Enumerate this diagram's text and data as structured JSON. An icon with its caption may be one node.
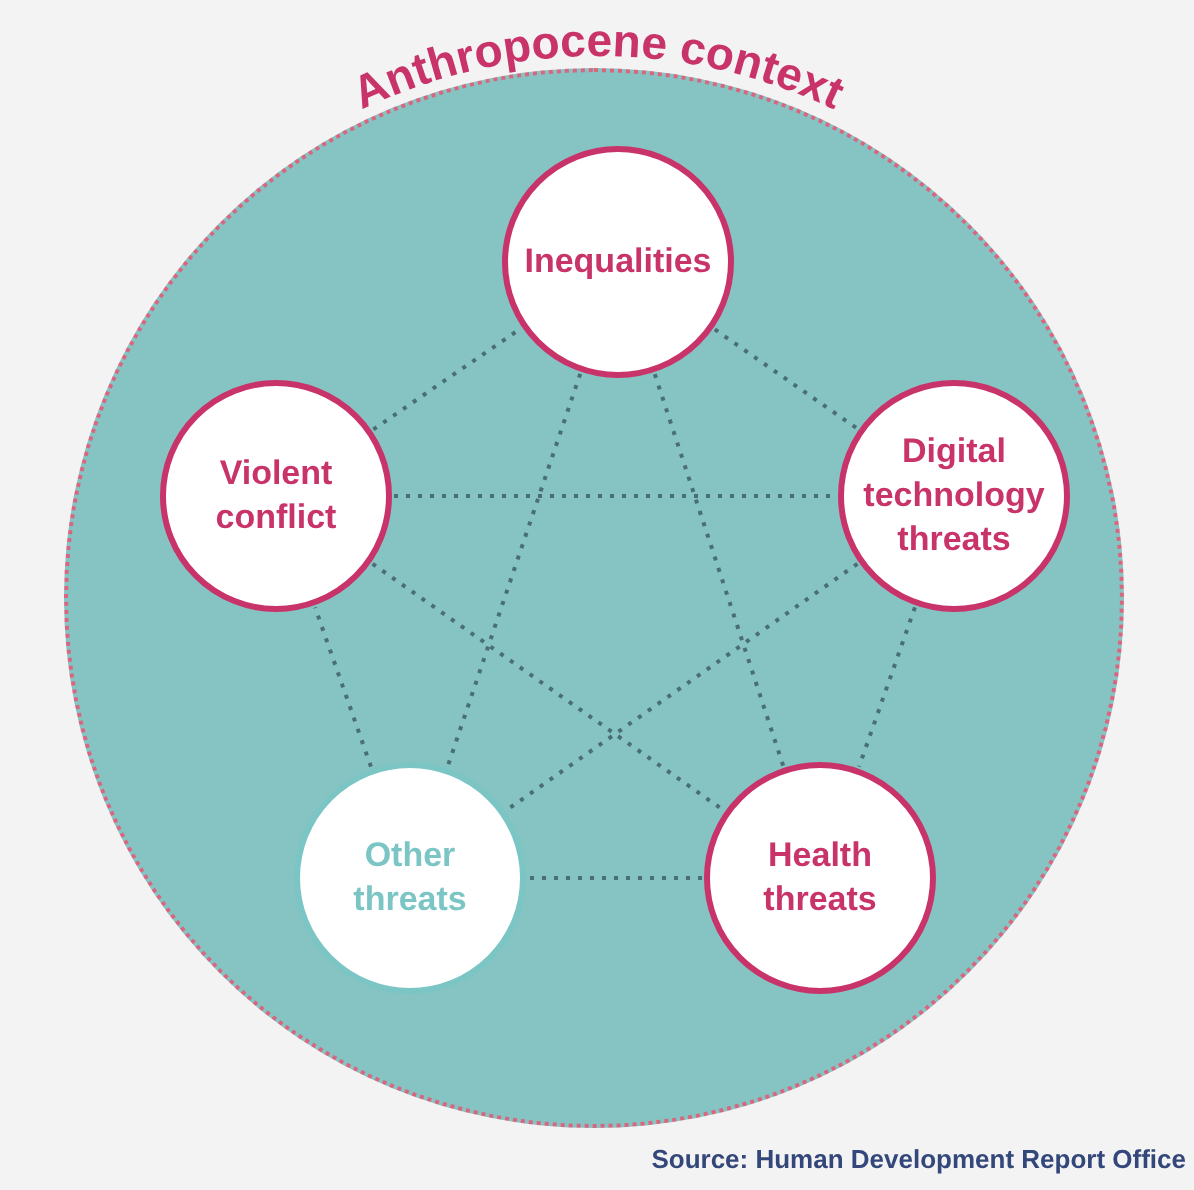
{
  "diagram": {
    "nodes": [
      {
        "text": [
          "Anthropocene context"
        ]
      },
      {
        "text": [
          "Inequalities"
        ],
        "in": 0
      },
      {
        "text": [
          "Violent conflict"
        ],
        "in": 0
      },
      {
        "text": [
          "Digital technology threats"
        ],
        "in": 0
      },
      {
        "text": [
          "Other threats"
        ],
        "in": 0
      },
      {
        "text": [
          "Health threats"
        ],
        "in": 0
      }
    ],
    "edges": [
      {
        "from": 1,
        "to": 3,
        "arrow": "none"
      },
      {
        "from": 3,
        "to": 5,
        "arrow": "none"
      },
      {
        "from": 5,
        "to": 4,
        "arrow": "none"
      },
      {
        "from": 4,
        "to": 2,
        "arrow": "none"
      },
      {
        "from": 2,
        "to": 1,
        "arrow": "none"
      },
      {
        "from": 1,
        "to": 4,
        "arrow": "none"
      },
      {
        "from": 1,
        "to": 5,
        "arrow": "none"
      },
      {
        "from": 2,
        "to": 3,
        "arrow": "none"
      },
      {
        "from": 2,
        "to": 5,
        "arrow": "none"
      },
      {
        "from": 3,
        "to": 4,
        "arrow": "none"
      }
    ],
    "labels": [
      "Source: Human Development Report Office"
    ]
  }
}
